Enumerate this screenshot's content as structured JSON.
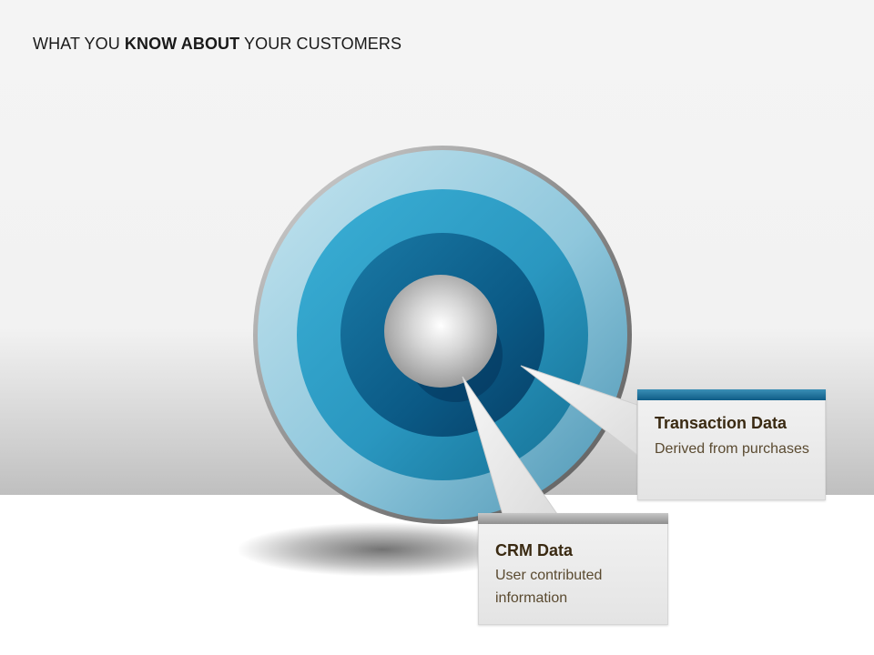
{
  "title": {
    "prefix": "WHAT YOU ",
    "emphasis": "KNOW ABOUT",
    "suffix": " YOUR CUSTOMERS"
  },
  "callouts": {
    "transaction": {
      "title": "Transaction Data",
      "description": "Derived from purchases",
      "accent_color": "#0f5c86"
    },
    "crm": {
      "title": "CRM Data",
      "description": "User contributed information",
      "accent_color": "#8f8f8f"
    }
  },
  "rings": {
    "outer_color": "#9fd0e3",
    "middle_color": "#2f9fc8",
    "inner_color": "#0c5e8a",
    "core_color": "#d9d9d9"
  }
}
